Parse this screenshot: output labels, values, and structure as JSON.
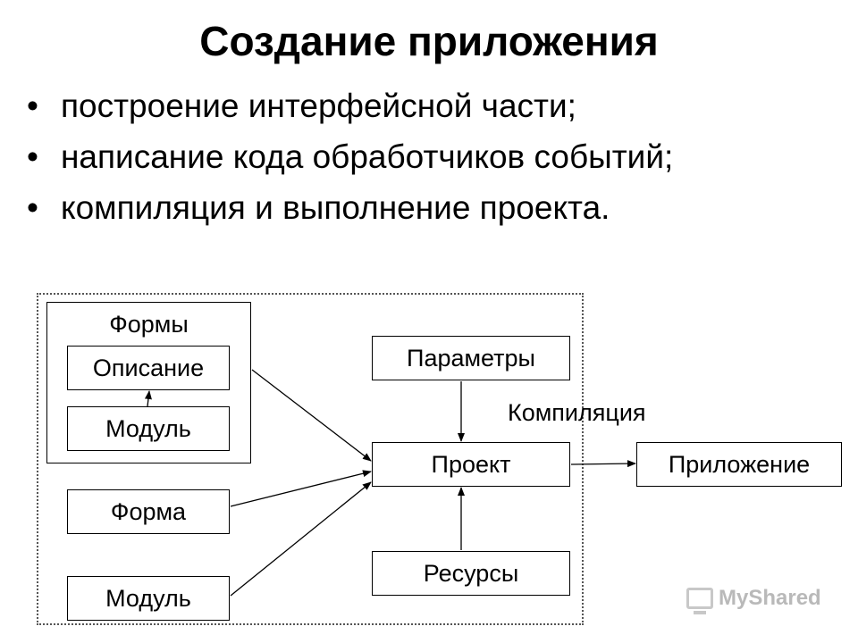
{
  "title": "Создание приложения",
  "bullets": [
    "построение интерфейсной части;",
    "написание кода обработчиков событий;",
    "компиляция и выполнение проекта."
  ],
  "bullet_glyph": "•",
  "diagram": {
    "group_label": "Формы",
    "nodes": {
      "opisanie": "Описание",
      "modul1": "Модуль",
      "forma": "Форма",
      "modul2": "Модуль",
      "parametry": "Параметры",
      "proekt": "Проект",
      "resursy": "Ресурсы",
      "prilozhenie": "Приложение"
    },
    "edge_label_compile": "Компиляция"
  },
  "watermark": {
    "text": "MyShared",
    "icon": "presentation-screen-icon"
  }
}
